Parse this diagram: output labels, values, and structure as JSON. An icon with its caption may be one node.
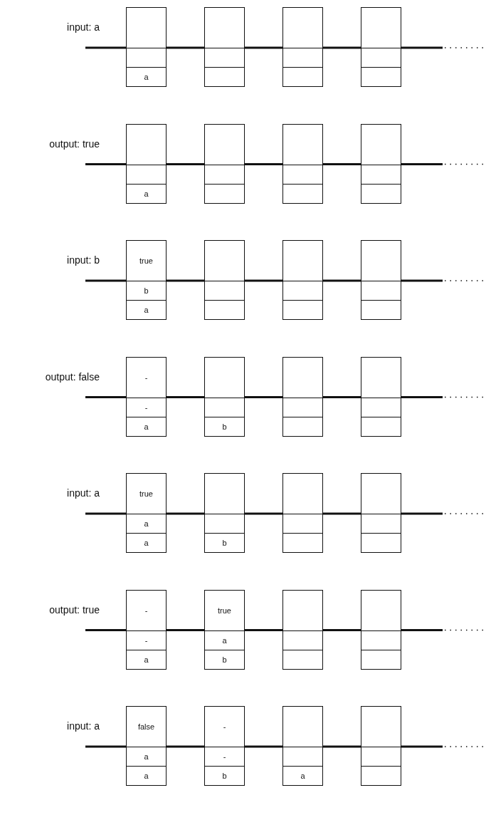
{
  "diagram": {
    "nodes": [
      {
        "text": [],
        "shape": "box"
      },
      {
        "text": [],
        "shape": "box"
      },
      {
        "text": [
          "a"
        ]
      },
      {
        "text": [],
        "shape": "box"
      },
      {
        "text": [],
        "shape": "box"
      },
      {
        "text": [],
        "shape": "box"
      },
      {
        "text": [],
        "shape": "box"
      },
      {
        "text": [],
        "shape": "box"
      },
      {
        "text": [],
        "shape": "box"
      },
      {
        "text": [],
        "shape": "box"
      },
      {
        "text": [],
        "shape": "box"
      },
      {
        "text": [],
        "shape": "box"
      },
      {
        "text": [],
        "shape": "box"
      },
      {
        "text": [],
        "shape": "box"
      },
      {
        "text": [
          "a"
        ]
      },
      {
        "text": [],
        "shape": "box"
      },
      {
        "text": [],
        "shape": "box"
      },
      {
        "text": [],
        "shape": "box"
      },
      {
        "text": [],
        "shape": "box"
      },
      {
        "text": [],
        "shape": "box"
      },
      {
        "text": [],
        "shape": "box"
      },
      {
        "text": [],
        "shape": "box"
      },
      {
        "text": [],
        "shape": "box"
      },
      {
        "text": [],
        "shape": "box"
      },
      {
        "text": [
          "true"
        ]
      },
      {
        "text": [
          "b"
        ]
      },
      {
        "text": [
          "a"
        ]
      },
      {
        "text": [],
        "shape": "box"
      },
      {
        "text": [],
        "shape": "box"
      },
      {
        "text": [],
        "shape": "box"
      },
      {
        "text": [],
        "shape": "box"
      },
      {
        "text": [],
        "shape": "box"
      },
      {
        "text": [],
        "shape": "box"
      },
      {
        "text": [],
        "shape": "box"
      },
      {
        "text": [],
        "shape": "box"
      },
      {
        "text": [],
        "shape": "box"
      },
      {
        "text": [
          "-"
        ]
      },
      {
        "text": [
          "-"
        ]
      },
      {
        "text": [
          "a"
        ]
      },
      {
        "text": [],
        "shape": "box"
      },
      {
        "text": [],
        "shape": "box"
      },
      {
        "text": [
          "b"
        ]
      },
      {
        "text": [],
        "shape": "box"
      },
      {
        "text": [],
        "shape": "box"
      },
      {
        "text": [],
        "shape": "box"
      },
      {
        "text": [],
        "shape": "box"
      },
      {
        "text": [],
        "shape": "box"
      },
      {
        "text": [],
        "shape": "box"
      },
      {
        "text": [
          "true"
        ]
      },
      {
        "text": [
          "a"
        ]
      },
      {
        "text": [
          "a"
        ]
      },
      {
        "text": [],
        "shape": "box"
      },
      {
        "text": [],
        "shape": "box"
      },
      {
        "text": [
          "b"
        ]
      },
      {
        "text": [],
        "shape": "box"
      },
      {
        "text": [],
        "shape": "box"
      },
      {
        "text": [],
        "shape": "box"
      },
      {
        "text": [],
        "shape": "box"
      },
      {
        "text": [],
        "shape": "box"
      },
      {
        "text": [],
        "shape": "box"
      },
      {
        "text": [
          "-"
        ]
      },
      {
        "text": [
          "-"
        ]
      },
      {
        "text": [
          "a"
        ]
      },
      {
        "text": [
          "true"
        ]
      },
      {
        "text": [
          "a"
        ]
      },
      {
        "text": [
          "b"
        ]
      },
      {
        "text": [],
        "shape": "box"
      },
      {
        "text": [],
        "shape": "box"
      },
      {
        "text": [],
        "shape": "box"
      },
      {
        "text": [],
        "shape": "box"
      },
      {
        "text": [],
        "shape": "box"
      },
      {
        "text": [],
        "shape": "box"
      },
      {
        "text": [
          "false"
        ]
      },
      {
        "text": [
          "a"
        ]
      },
      {
        "text": [
          "a"
        ]
      },
      {
        "text": [
          "-"
        ]
      },
      {
        "text": [
          "-"
        ]
      },
      {
        "text": [
          "b"
        ]
      },
      {
        "text": [],
        "shape": "box"
      },
      {
        "text": [],
        "shape": "box"
      },
      {
        "text": [
          "a"
        ]
      },
      {
        "text": [],
        "shape": "box"
      },
      {
        "text": [],
        "shape": "box"
      },
      {
        "text": [],
        "shape": "box"
      }
    ],
    "labels": [
      "input: a",
      "output: true",
      "input: b",
      "output: false",
      "input: a",
      "output: true",
      "input: a"
    ]
  }
}
